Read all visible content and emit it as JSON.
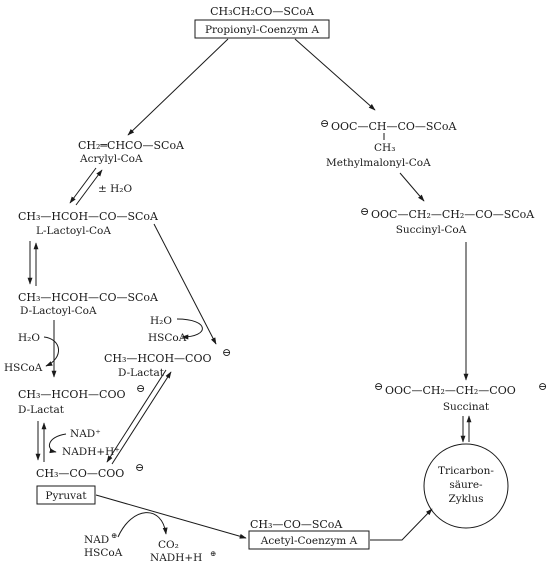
{
  "propionyl": {
    "formula": "CH₃CH₂CO—SCoA",
    "name": "Propionyl-Coenzym A"
  },
  "acrylyl": {
    "formula": "CH₂═CHCO—SCoA",
    "name": "Acrylyl-CoA",
    "water": "± H₂O"
  },
  "l_lactoyl": {
    "formula": "CH₃—HCOH—CO—SCoA",
    "name": "L-Lactoyl-CoA"
  },
  "d_lactoyl": {
    "formula": "CH₃—HCOH—CO—SCoA",
    "name": "D-Lactoyl-CoA"
  },
  "hydrolysis_left": {
    "in": "H₂O",
    "out": "HSCoA"
  },
  "hydrolysis_right": {
    "in": "H₂O",
    "out": "HSCoA"
  },
  "d_lactate_left": {
    "formula": "CH₃—HCOH—COO",
    "charge": "⊖",
    "name": "D-Lactat"
  },
  "d_lactate_right": {
    "formula": "CH₃—HCOH—COO",
    "charge": "⊖",
    "name": "D-Lactat"
  },
  "nad_redox": {
    "in": "NAD⁺",
    "out": "NADH+H⁺"
  },
  "pyruvate": {
    "formula": "CH₃—CO—COO",
    "charge": "⊖",
    "name": "Pyruvat"
  },
  "pdh_inputs": {
    "nad": "NAD",
    "nad_charge": "⊕",
    "hscoa": "HSCoA"
  },
  "pdh_outputs": {
    "co2": "CO₂",
    "nadh": "NADH+H",
    "nadh_charge": "⊕"
  },
  "acetyl": {
    "formula": "CH₃—CO—SCoA",
    "name": "Acetyl-Coenzym A"
  },
  "methylmalonyl": {
    "charge": "⊖",
    "formula": "OOC—CH—CO—SCoA",
    "branch": "CH₃",
    "name": "Methylmalonyl-CoA"
  },
  "succinyl": {
    "charge": "⊖",
    "formula": "OOC—CH₂—CH₂—CO—SCoA",
    "name": "Succinyl-CoA"
  },
  "succinate": {
    "charge": "⊖",
    "formula": "OOC—CH₂—CH₂—COO",
    "charge_end": "⊖",
    "name": "Succinat"
  },
  "tca": {
    "line1": "Tricarbon-",
    "line2": "säure-",
    "line3": "Zyklus"
  }
}
